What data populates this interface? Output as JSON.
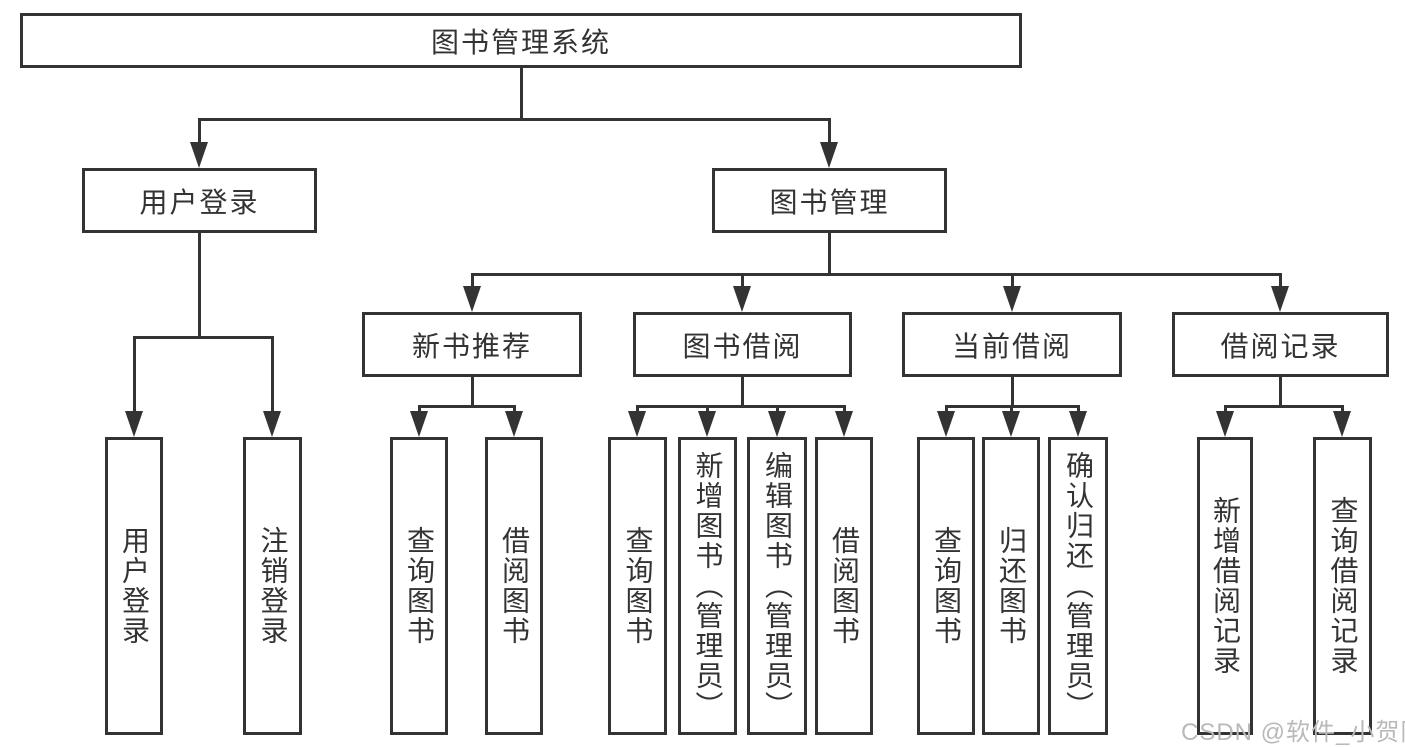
{
  "diagram_title": "图书管理系统",
  "tree": {
    "label": "图书管理系统",
    "children": [
      {
        "label": "用户登录",
        "children": [
          {
            "label": "用户登录"
          },
          {
            "label": "注销登录"
          }
        ]
      },
      {
        "label": "图书管理",
        "children": [
          {
            "label": "新书推荐",
            "children": [
              {
                "label": "查询图书"
              },
              {
                "label": "借阅图书"
              }
            ]
          },
          {
            "label": "图书借阅",
            "children": [
              {
                "label": "查询图书"
              },
              {
                "label": "新增图书（管理员）"
              },
              {
                "label": "编辑图书（管理员）"
              },
              {
                "label": "借阅图书"
              }
            ]
          },
          {
            "label": "当前借阅",
            "children": [
              {
                "label": "查询图书"
              },
              {
                "label": "归还图书"
              },
              {
                "label": "确认归还（管理员）"
              }
            ]
          },
          {
            "label": "借阅记录",
            "children": [
              {
                "label": "新增借阅记录"
              },
              {
                "label": "查询借阅记录"
              }
            ]
          }
        ]
      }
    ]
  },
  "watermark": "CSDN @软件_小贺同学",
  "colors": {
    "background": "#ffffff",
    "box_border": "#333333",
    "text": "#333333",
    "connector_line": "#333333",
    "watermark": "#b9b9b9"
  }
}
